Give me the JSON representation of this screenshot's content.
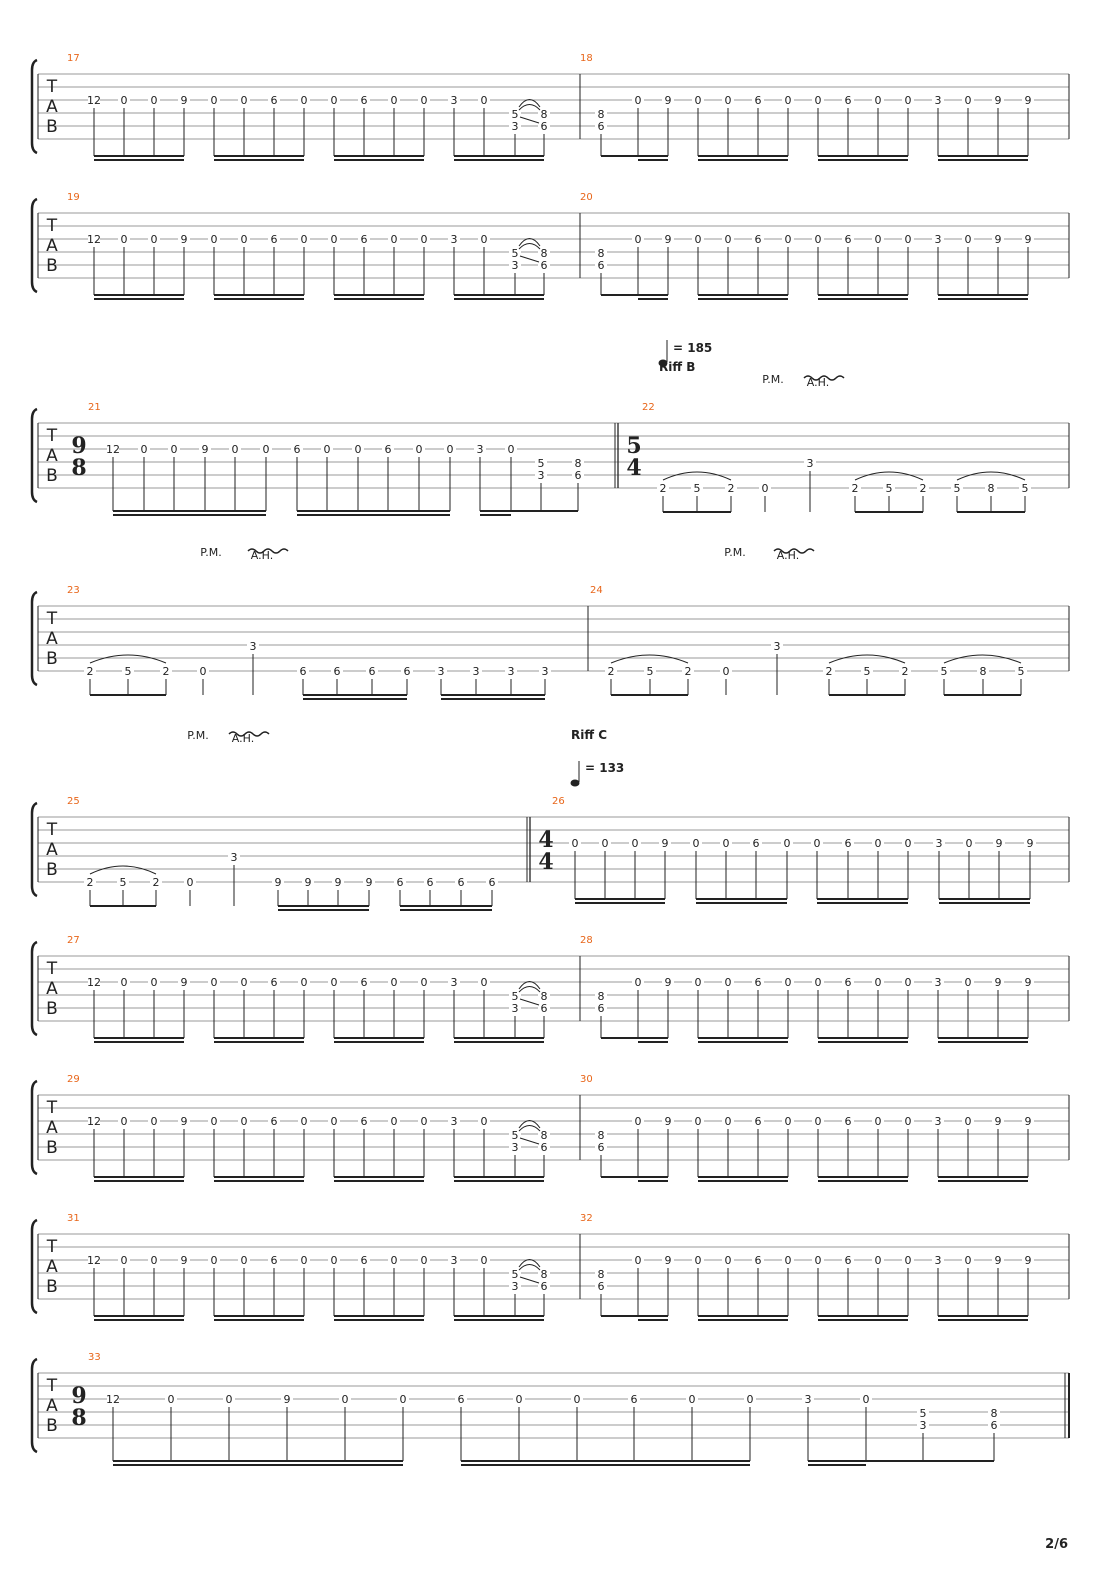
{
  "page_number": "2/6",
  "colors": {
    "bar_number": "#e8661a",
    "staff": "#999999",
    "ink": "#222222"
  },
  "tab_clef": [
    "T",
    "A",
    "B"
  ],
  "labels": {
    "palm_mute": "P.M.",
    "artificial_harmonic": "A.H."
  },
  "tempo_marks": [
    {
      "bpm": "185",
      "text": "= 185",
      "section": "Riff B"
    },
    {
      "bpm": "133",
      "text": "= 133",
      "section": "Riff C"
    }
  ],
  "time_signatures": [
    {
      "bar": "21",
      "top": "9",
      "bottom": "8"
    },
    {
      "bar": "22",
      "top": "5",
      "bottom": "4"
    },
    {
      "bar": "26",
      "top": "4",
      "bottom": "4"
    },
    {
      "bar": "33",
      "top": "9",
      "bottom": "8"
    }
  ],
  "bar_numbers": [
    "17",
    "18",
    "19",
    "20",
    "21",
    "22",
    "23",
    "24",
    "25",
    "26",
    "27",
    "28",
    "29",
    "30",
    "31",
    "32",
    "33"
  ],
  "patterns": {
    "riffA_odd_frets": [
      "12",
      "0",
      "0",
      "9",
      "0",
      "0",
      "6",
      "0",
      "0",
      "6",
      "0",
      "0",
      "3",
      "0"
    ],
    "riffA_odd_chord": {
      "s4": [
        "5",
        "8"
      ],
      "s5": [
        "3",
        "6"
      ]
    },
    "riffA_even_lead": {
      "s4": "8",
      "s5": "6"
    },
    "riffA_even_frets": [
      "0",
      "9",
      "0",
      "0",
      "6",
      "0",
      "0",
      "6",
      "0",
      "0",
      "3",
      "0",
      "9",
      "9"
    ],
    "riffB_bar22": [
      "2",
      "5",
      "2",
      "0",
      "3",
      "2",
      "5",
      "2",
      "5",
      "8",
      "5"
    ],
    "riffB_bar23": [
      "2",
      "5",
      "2",
      "0",
      "3",
      "6",
      "6",
      "6",
      "6",
      "3",
      "3",
      "3",
      "3"
    ],
    "riffB_bar24": [
      "2",
      "5",
      "2",
      "0",
      "3",
      "2",
      "5",
      "2",
      "5",
      "8",
      "5"
    ],
    "riffB_bar25": [
      "2",
      "5",
      "2",
      "0",
      "3",
      "9",
      "9",
      "9",
      "9",
      "6",
      "6",
      "6",
      "6"
    ],
    "riffC_bar26": [
      "0",
      "0",
      "0",
      "9",
      "0",
      "0",
      "6",
      "0",
      "0",
      "6",
      "0",
      "0",
      "3",
      "0",
      "9",
      "9"
    ],
    "bar33_frets": [
      "12",
      "0",
      "0",
      "9",
      "0",
      "0",
      "6",
      "0",
      "0",
      "6",
      "0",
      "0",
      "3",
      "0"
    ]
  }
}
